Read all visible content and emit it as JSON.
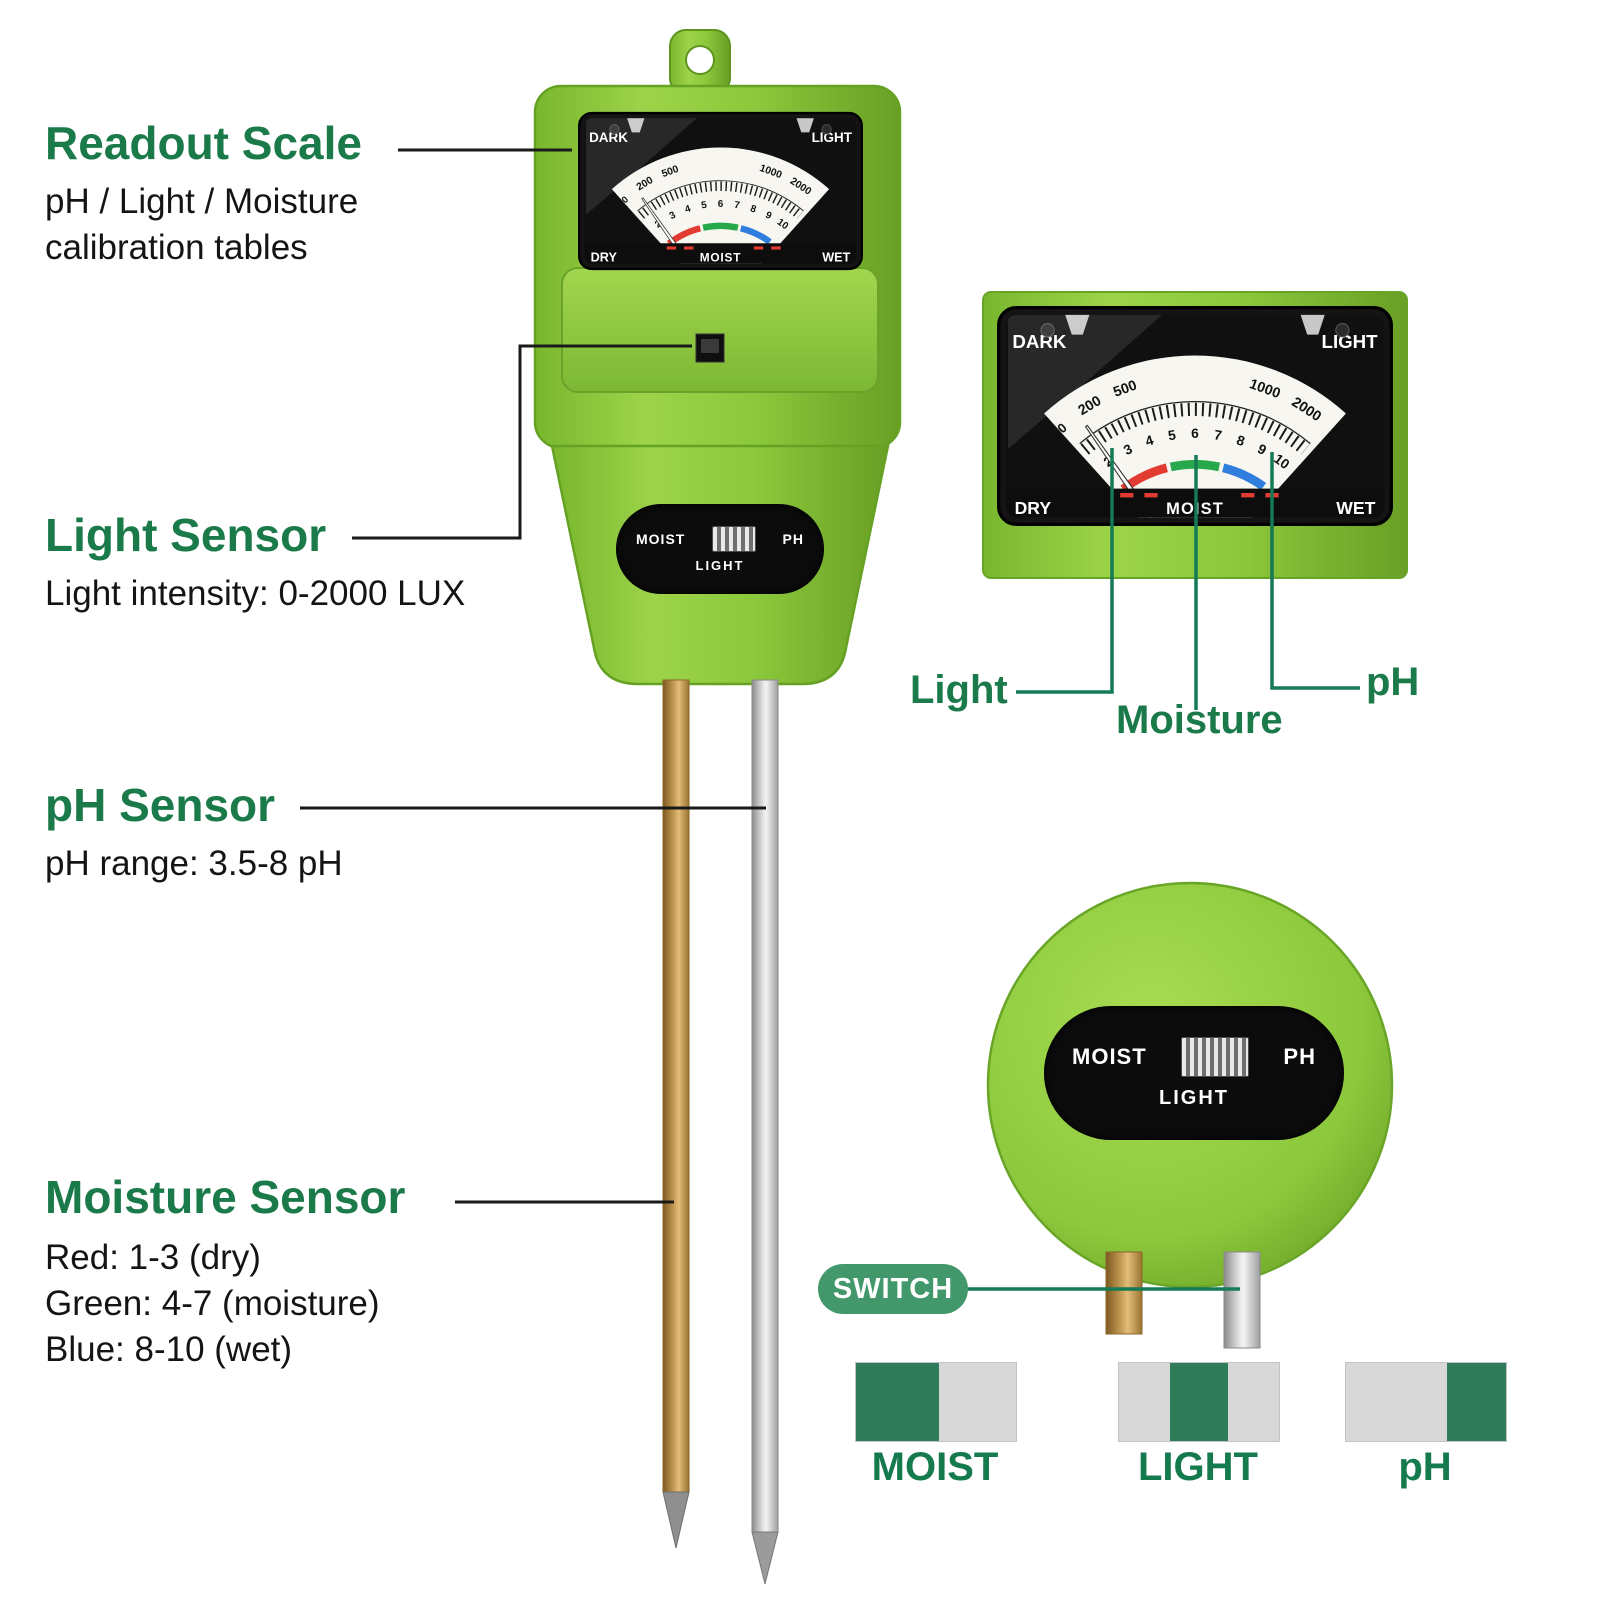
{
  "annotations": {
    "readout": {
      "title": "Readout Scale",
      "lines": [
        "pH / Light / Moisture",
        "calibration tables"
      ]
    },
    "light_sensor": {
      "title": "Light Sensor",
      "lines": [
        "Light intensity: 0-2000 LUX"
      ]
    },
    "ph_sensor": {
      "title": "pH Sensor",
      "lines": [
        "pH range: 3.5-8 pH"
      ]
    },
    "moisture_sensor": {
      "title": "Moisture Sensor",
      "lines": [
        "Red: 1-3 (dry)",
        "Green: 4-7 (moisture)",
        "Blue: 8-10 (wet)"
      ]
    }
  },
  "meter": {
    "top_left": "DARK",
    "top_right": "LIGHT",
    "bottom_left": "DRY",
    "bottom_right": "WET",
    "center": "MOIST",
    "lux_ticks": [
      "0",
      "200",
      "500",
      "1000",
      "2000"
    ],
    "ph_ticks": [
      "2",
      "3",
      "4",
      "5",
      "6",
      "7",
      "8",
      "9",
      "10"
    ]
  },
  "switch_panel": {
    "left": "MOIST",
    "right": "PH",
    "bottom": "LIGHT"
  },
  "callouts": {
    "light": "Light",
    "moisture": "Moisture",
    "ph": "pH",
    "switch": "SWITCH"
  },
  "legend": {
    "moist": "MOIST",
    "light": "LIGHT",
    "ph": "pH"
  },
  "colors": {
    "device_green": "#8cc83c",
    "heading_green": "#1b7a4a",
    "callout_line_green": "#157a56",
    "legend_green": "#2e7c59",
    "legend_gray": "#d8d8d8",
    "scale_red": "#e23b32",
    "scale_green": "#27a84b",
    "scale_blue": "#2f7ddc",
    "copper_probe": "#caa05a",
    "silver_probe": "#cfcfcf",
    "switch_pill_green": "#43986b"
  }
}
